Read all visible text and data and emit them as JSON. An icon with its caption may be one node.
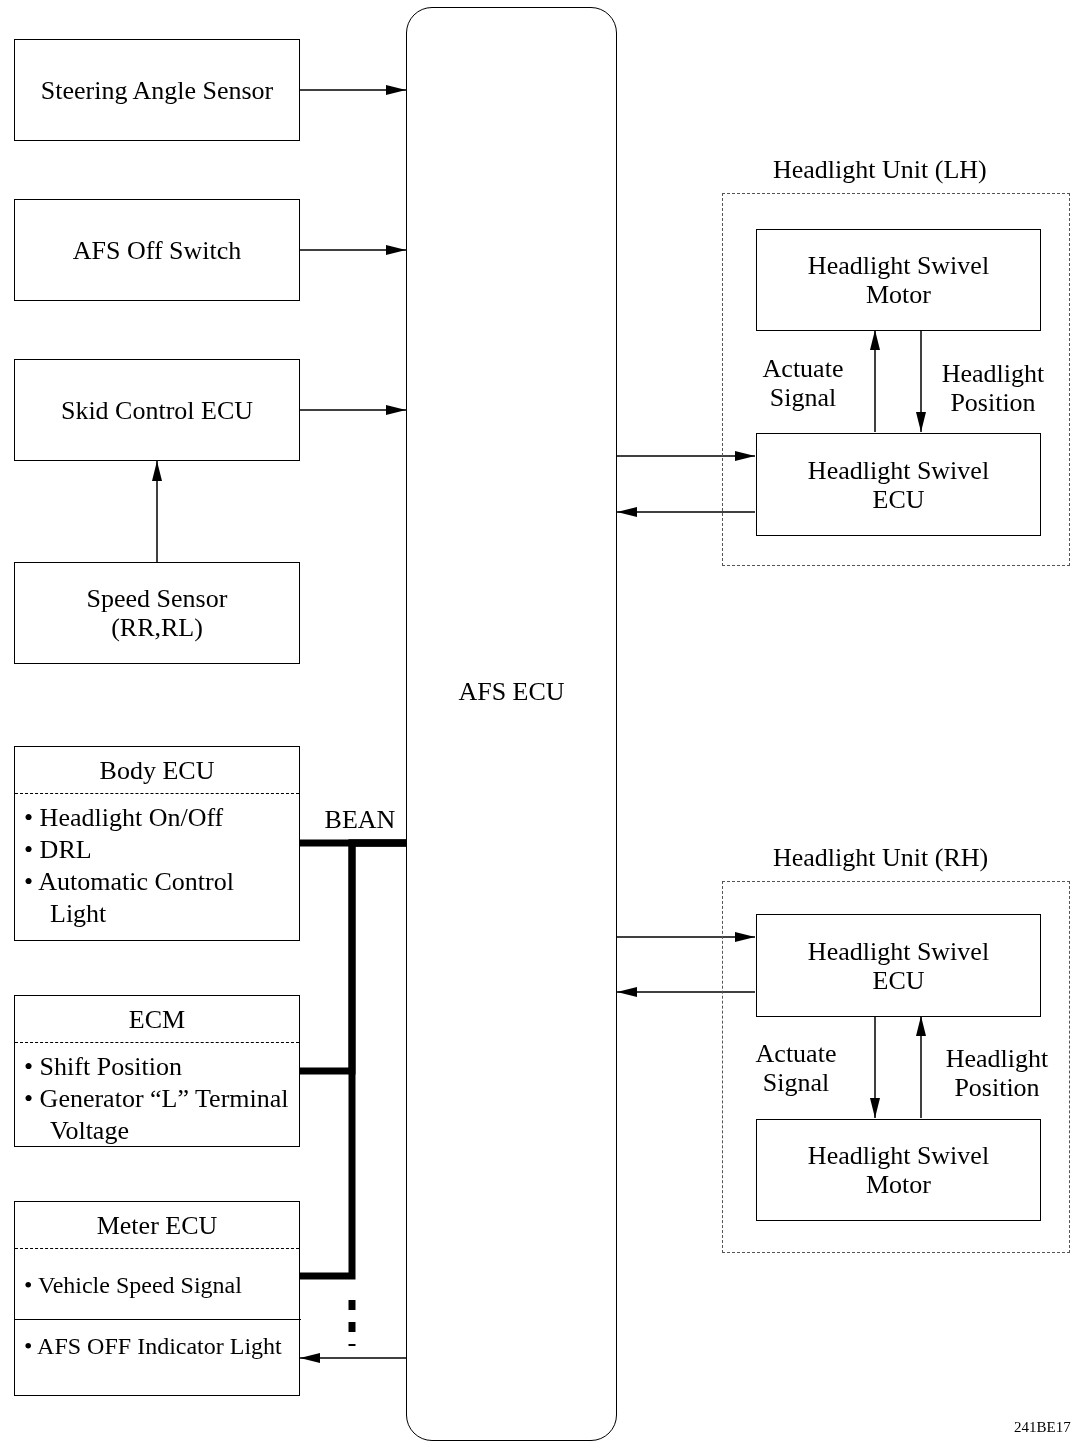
{
  "diagram": {
    "nodes": [
      {
        "text": [
          "Steering Angle Sensor"
        ]
      },
      {
        "text": [
          "AFS Off Switch"
        ]
      },
      {
        "text": [
          "Skid Control ECU"
        ]
      },
      {
        "text": [
          "Speed Sensor (RR,RL)"
        ]
      },
      {
        "text": [
          "AFS ECU"
        ]
      },
      {
        "text": [
          "Headlight Unit (LH)"
        ]
      },
      {
        "text": [
          "Headlight Swivel Motor"
        ],
        "in": 5
      },
      {
        "text": [
          "Headlight Swivel ECU"
        ],
        "in": 5
      },
      {
        "text": [
          "Headlight Unit (RH)"
        ]
      },
      {
        "text": [
          "Headlight Swivel ECU"
        ],
        "in": 8
      },
      {
        "text": [
          "Headlight Swivel Motor"
        ],
        "in": 8
      },
      {
        "text": [
          "Body ECU",
          "• Headlight On/Off",
          "• DRL",
          "• Automatic Control Light"
        ]
      },
      {
        "text": [
          "ECM",
          "• Shift Position",
          "• Generator “L” Terminal Voltage"
        ]
      },
      {
        "text": [
          "Meter ECU",
          "• Vehicle Speed Signal"
        ]
      },
      {
        "text": [
          "• AFS OFF Indicator Light"
        ],
        "in": 13
      }
    ],
    "edges": [
      {
        "from": 0,
        "to": 4,
        "arrow": "to"
      },
      {
        "from": 1,
        "to": 4,
        "arrow": "to"
      },
      {
        "from": 2,
        "to": 4,
        "arrow": "to"
      },
      {
        "from": 3,
        "to": 2,
        "arrow": "to"
      },
      {
        "from": 4,
        "to": 7,
        "arrow": "to"
      },
      {
        "from": 7,
        "to": 4,
        "arrow": "to"
      },
      {
        "from": 7,
        "to": 6,
        "arrow": "to",
        "label": "Actuate Signal"
      },
      {
        "from": 6,
        "to": 7,
        "arrow": "to",
        "label": "Headlight Position"
      },
      {
        "from": 4,
        "to": 9,
        "arrow": "to"
      },
      {
        "from": 9,
        "to": 4,
        "arrow": "to"
      },
      {
        "from": 9,
        "to": 10,
        "arrow": "to",
        "label": "Actuate Signal"
      },
      {
        "from": 10,
        "to": 9,
        "arrow": "to",
        "label": "Headlight Position"
      },
      {
        "from": 11,
        "to": 4,
        "arrow": "none",
        "label": "BEAN",
        "style": "thick"
      },
      {
        "from": 12,
        "to": 4,
        "arrow": "none",
        "style": "thick"
      },
      {
        "from": 13,
        "to": 4,
        "arrow": "none",
        "style": "thick"
      },
      {
        "from": 4,
        "to": 14,
        "arrow": "to"
      }
    ],
    "labels": [
      "241BE17"
    ]
  }
}
